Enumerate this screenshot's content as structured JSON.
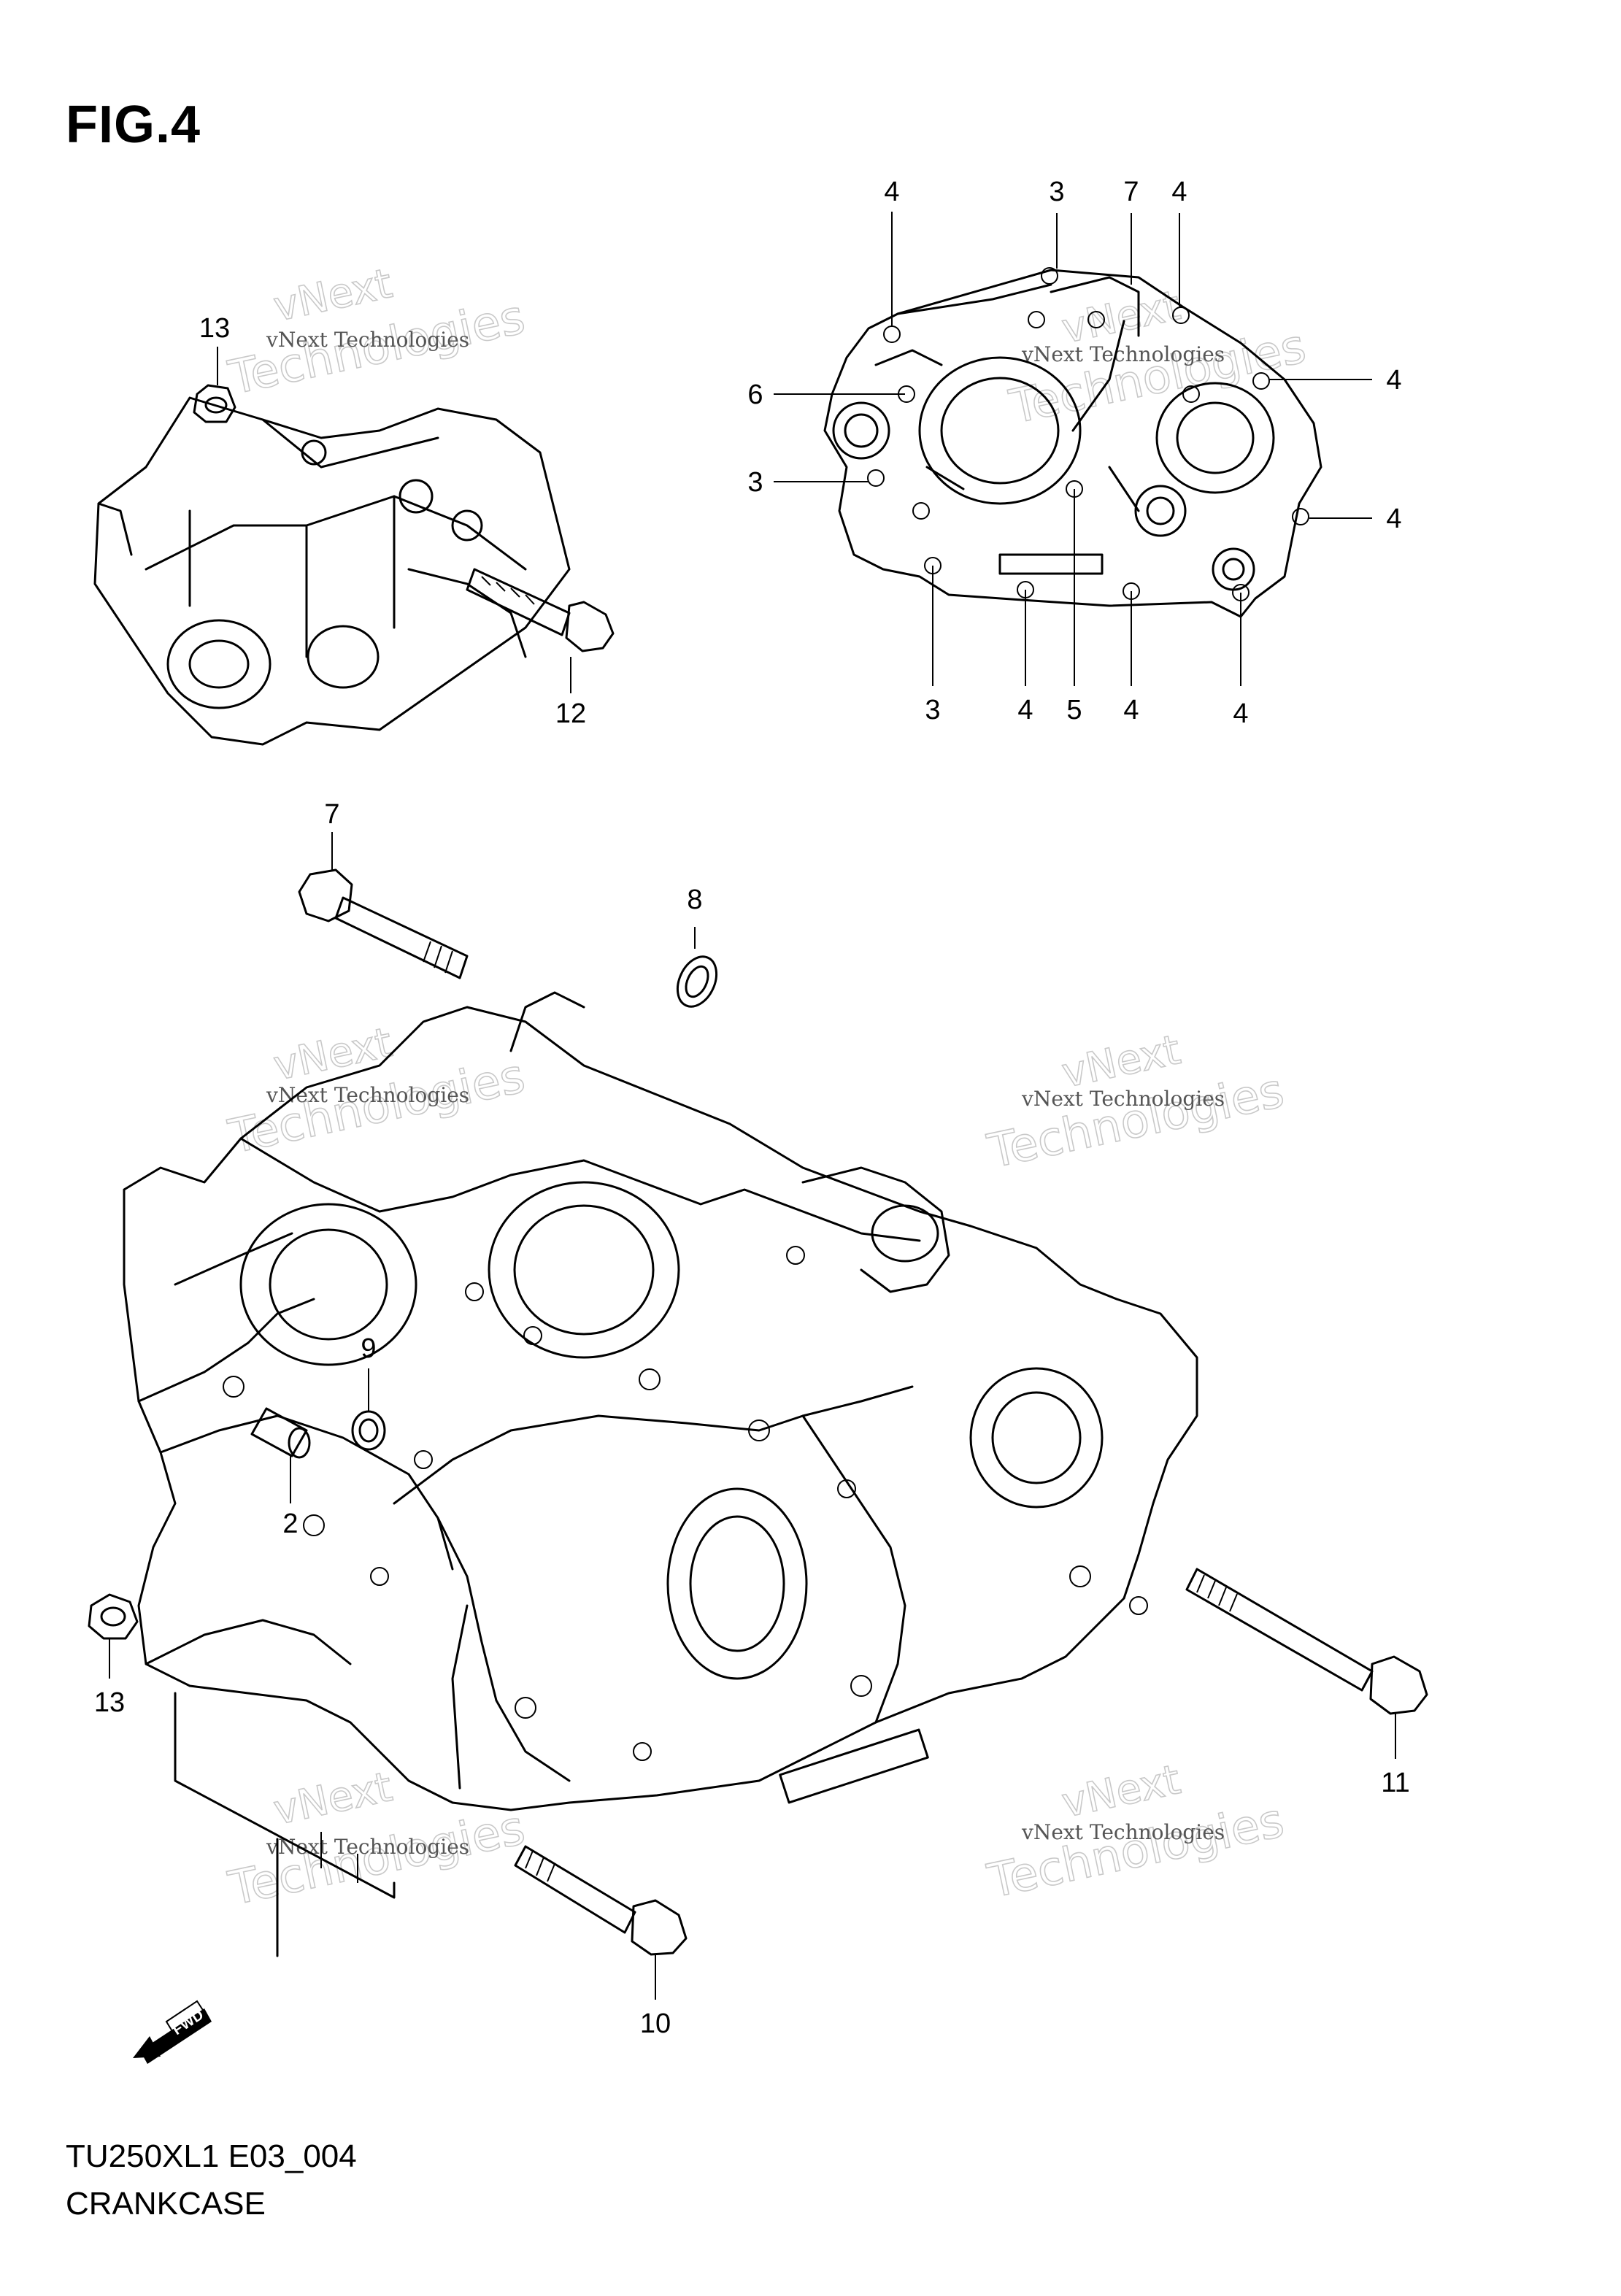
{
  "figure_title": "FIG.4",
  "footer": {
    "model_code": "TU250XL1 E03_004",
    "section_name": "CRANKCASE"
  },
  "watermark": {
    "brand_line1": "vNext",
    "brand_line2": "Technologies",
    "caption": "vNext Technologies"
  },
  "fwd_label": "FWD",
  "callouts": {
    "c1": "4",
    "c2": "3",
    "c3": "7",
    "c4": "4",
    "c5": "6",
    "c6": "4",
    "c7": "3",
    "c8": "4",
    "c9": "3",
    "c10": "4",
    "c11": "5",
    "c12": "4",
    "c13": "4",
    "c14": "13",
    "c15": "12",
    "c16": "7",
    "c17": "8",
    "c18": "9",
    "c19": "2",
    "c20": "13",
    "c21": "11",
    "c22": "10"
  }
}
